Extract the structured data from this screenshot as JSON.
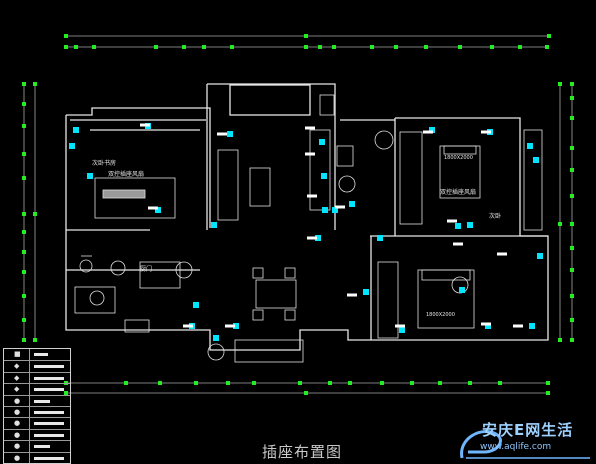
{
  "caption": "插座布置图",
  "watermark": {
    "brand": "安庆E网生活",
    "url": "www.aqlife.com"
  },
  "room_labels": {
    "study": "次卧书房",
    "study_socket": "双控插座风扇",
    "master_socket": "双控插座风扇",
    "bedroom2": "次卧",
    "kitchen": "厨门",
    "master_bed_dim": "1800X2000",
    "second_bed_dim": "1800X2000"
  },
  "colors": {
    "background": "#000000",
    "walls": "#e6e6e6",
    "socket": "#00e6ff",
    "dimension_tick": "#22ee22",
    "dimension_line": "#a8a8a8",
    "label_tag": "#ffffff",
    "watermark_brand": "#9fd1ff"
  },
  "legend": {
    "rows": 10,
    "icons": [
      "header-icon",
      "socket-icon",
      "socket-icon",
      "socket-icon",
      "switch-icon",
      "switch-icon",
      "switch-icon",
      "switch-icon",
      "switch-icon",
      "switch-icon"
    ]
  }
}
